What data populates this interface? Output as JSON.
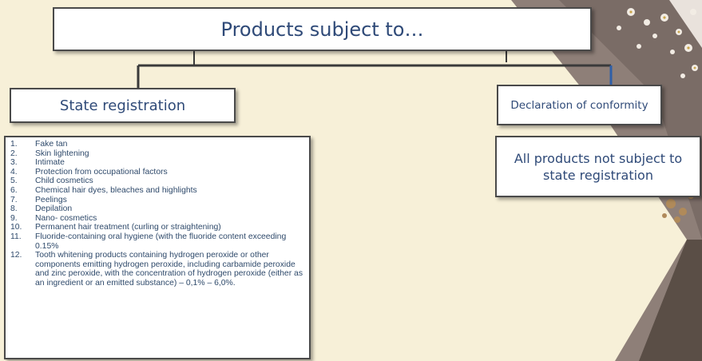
{
  "colors": {
    "background": "#f7f0d8",
    "box_border": "#4a4a4a",
    "text": "#2f4a78",
    "connector": "#3a3a3a",
    "connector_accent": "#2f5fa8"
  },
  "title": "Products subject to…",
  "left_branch": {
    "label": "State registration",
    "items": [
      {
        "num": "1.",
        "text": "Fake tan"
      },
      {
        "num": "2.",
        "text": "Skin lightening"
      },
      {
        "num": "3.",
        "text": "Intimate"
      },
      {
        "num": "4.",
        "text": "Protection from occupational factors"
      },
      {
        "num": "5.",
        "text": "Child cosmetics"
      },
      {
        "num": "6.",
        "text": "Chemical hair dyes, bleaches and highlights"
      },
      {
        "num": "7.",
        "text": "Peelings"
      },
      {
        "num": "8.",
        "text": "Depilation"
      },
      {
        "num": "9.",
        "text": "Nano- cosmetics"
      },
      {
        "num": "10.",
        "text": "Permanent hair treatment (curling or straightening)"
      },
      {
        "num": "11.",
        "text": "Fluoride-containing oral hygiene (with the fluoride content exceeding 0.15%"
      },
      {
        "num": "12.",
        "text": "Tooth whitening products containing hydrogen peroxide or other components emitting hydrogen peroxide, including carbamide peroxide and zinc peroxide, with the concentration of hydrogen peroxide (either as an ingredient or an emitted substance) – 0,1% – 6,0%."
      }
    ]
  },
  "right_branch": {
    "label": "Declaration of conformity",
    "note": "All products not subject to state registration"
  }
}
